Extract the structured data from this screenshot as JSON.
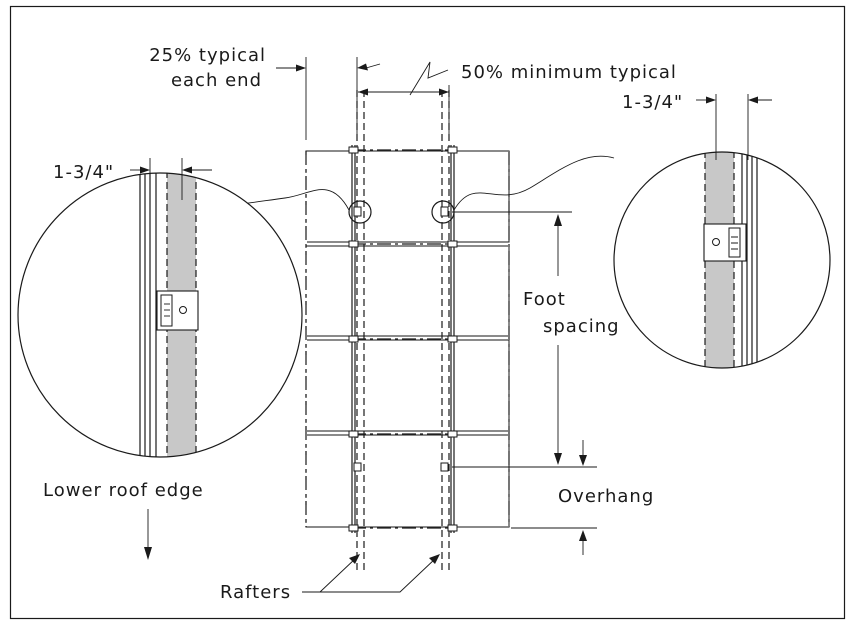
{
  "labels": {
    "typical_25_line1": "25% typical",
    "typical_25_line2": "each end",
    "min_50": "50% minimum typical",
    "dim_left": "1-3/4\"",
    "dim_right": "1-3/4\"",
    "foot_line1": "Foot",
    "foot_line2": "spacing",
    "overhang": "Overhang",
    "lower_roof_edge": "Lower roof edge",
    "rafters": "Rafters"
  },
  "colors": {
    "line": "#1a1a1a",
    "rafter_fill": "#c8c8c8",
    "background": "#ffffff"
  }
}
